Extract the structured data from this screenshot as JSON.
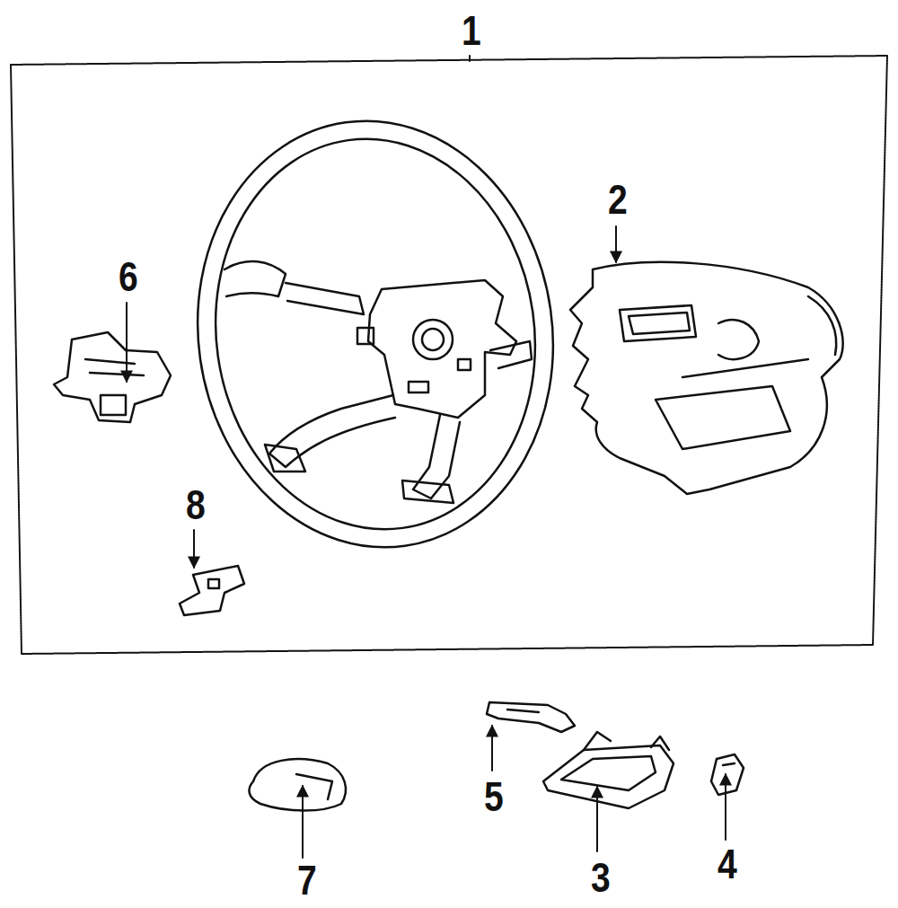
{
  "diagram": {
    "labels": [
      "1",
      "2",
      "6",
      "8",
      "5",
      "7",
      "3",
      "4"
    ]
  }
}
